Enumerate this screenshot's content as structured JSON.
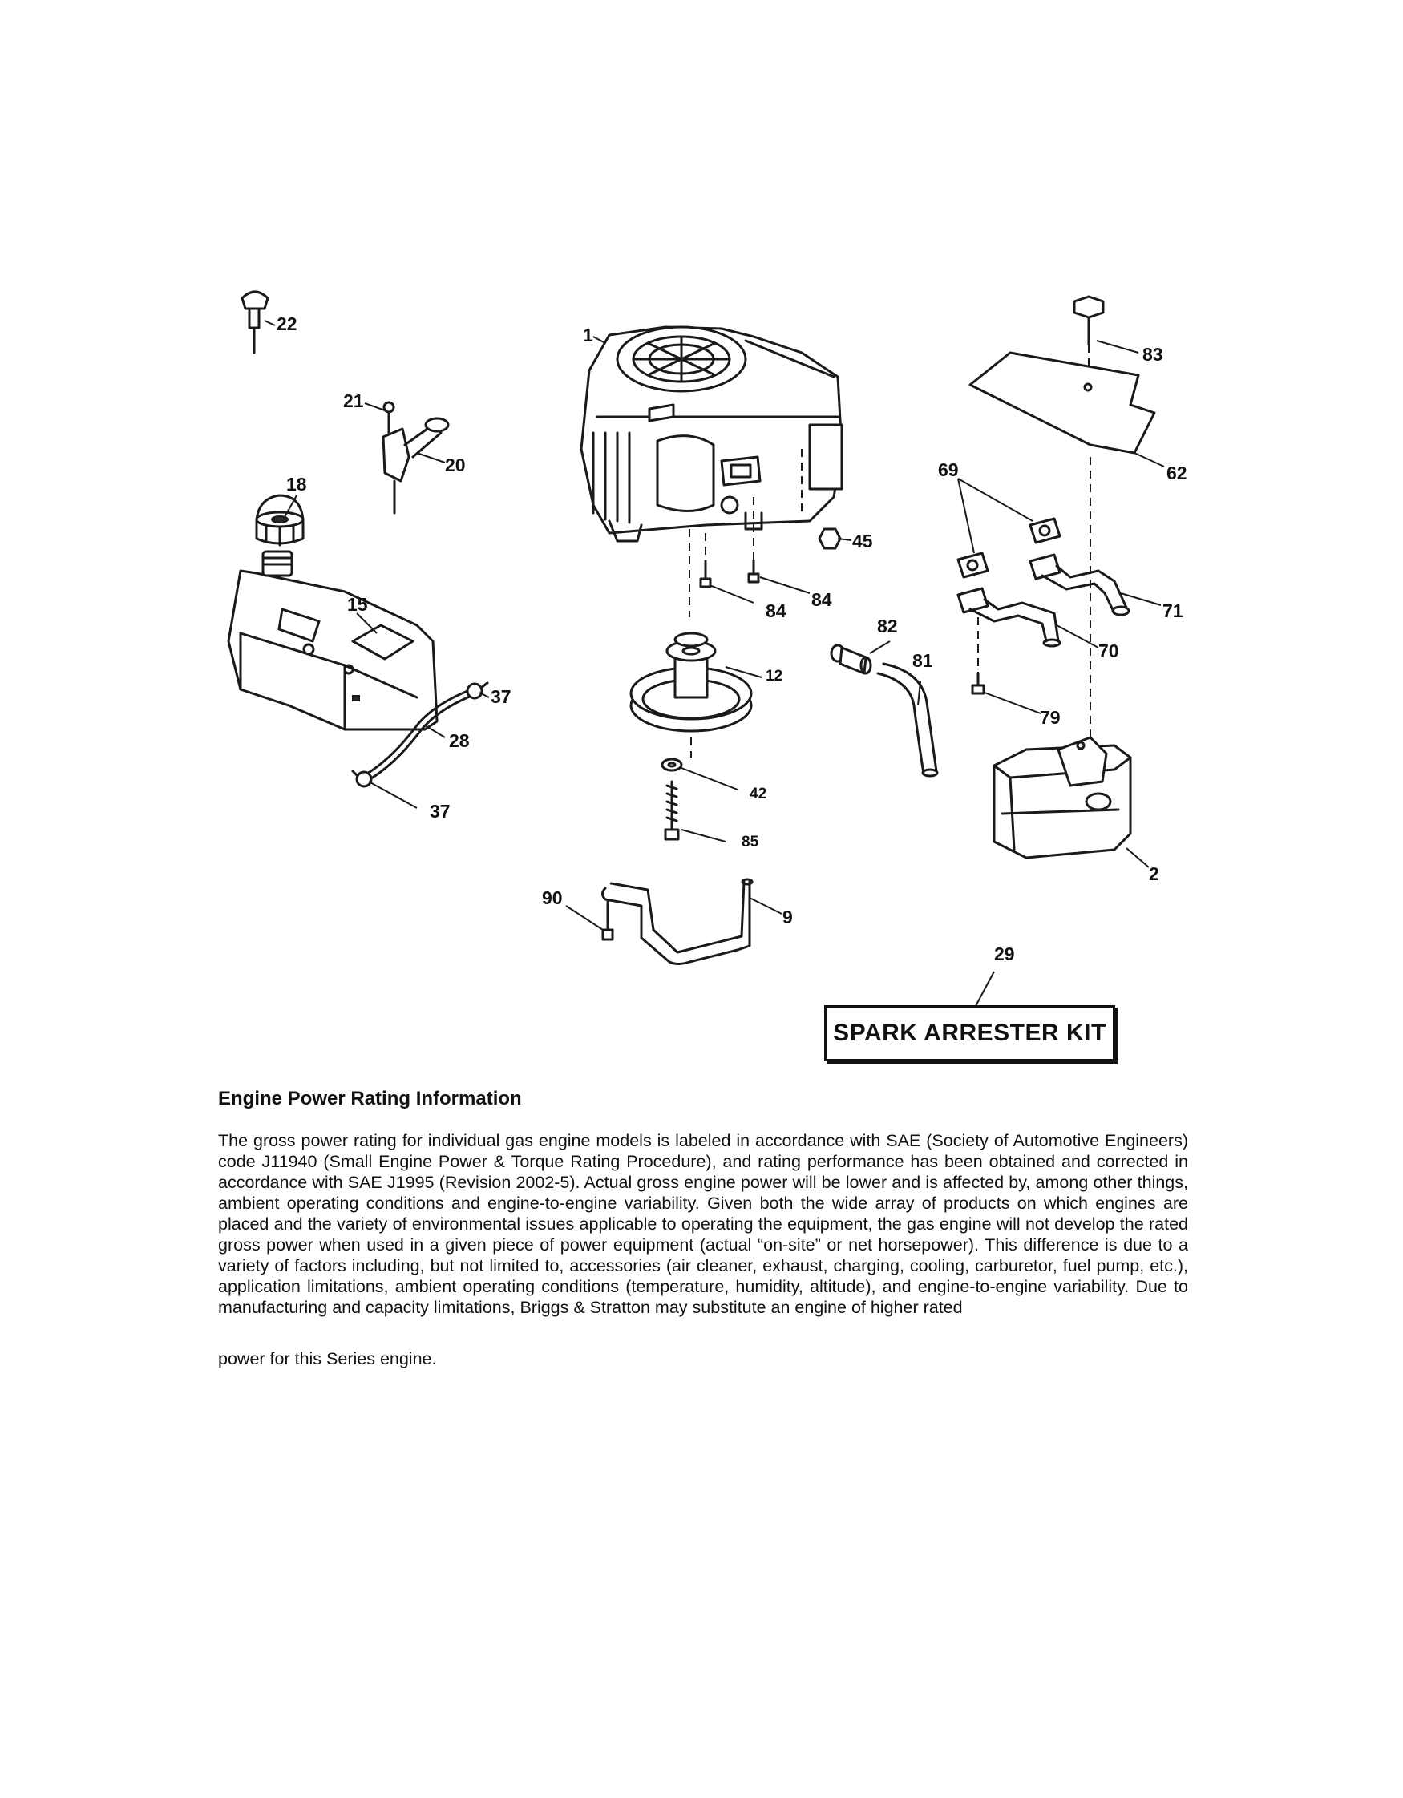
{
  "callouts": {
    "c1": "1",
    "c2": "2",
    "c9": "9",
    "c12": "12",
    "c15": "15",
    "c18": "18",
    "c20": "20",
    "c21": "21",
    "c22": "22",
    "c28": "28",
    "c29": "29",
    "c37a": "37",
    "c37b": "37",
    "c42": "42",
    "c45": "45",
    "c62": "62",
    "c69": "69",
    "c70": "70",
    "c71": "71",
    "c79": "79",
    "c81": "81",
    "c82": "82",
    "c83": "83",
    "c84a": "84",
    "c84b": "84",
    "c85": "85",
    "c90": "90"
  },
  "kit_label": "SPARK ARRESTER KIT",
  "info": {
    "heading": "Engine Power Rating Information",
    "body": "The gross power rating for individual gas engine models is labeled in accordance with SAE (Society of Automotive Engineers) code J11940 (Small Engine Power & Torque Rating Procedure), and rating performance has been obtained and corrected in accordance with SAE J1995 (Revision 2002-5). Actual gross engine power will be lower and is affected by, among other things, ambient operating conditions and engine-to-engine variability. Given both the wide array of products on which engines are placed and the variety of environmental issues applicable to operating the equipment, the gas engine will not develop the rated gross power when used in a given piece of power equipment (actual “on-site” or net horsepower). This difference is due to a variety of factors including, but not limited to, accessories (air cleaner, exhaust, charging, cooling, carburetor, fuel pump, etc.), application limitations, ambient operating conditions (temperature, humidity, altitude), and engine-to-engine variability. Due to manufacturing and capacity limitations, Briggs & Stratton may substitute an engine of higher rated",
    "tail": "power for this Series engine."
  }
}
